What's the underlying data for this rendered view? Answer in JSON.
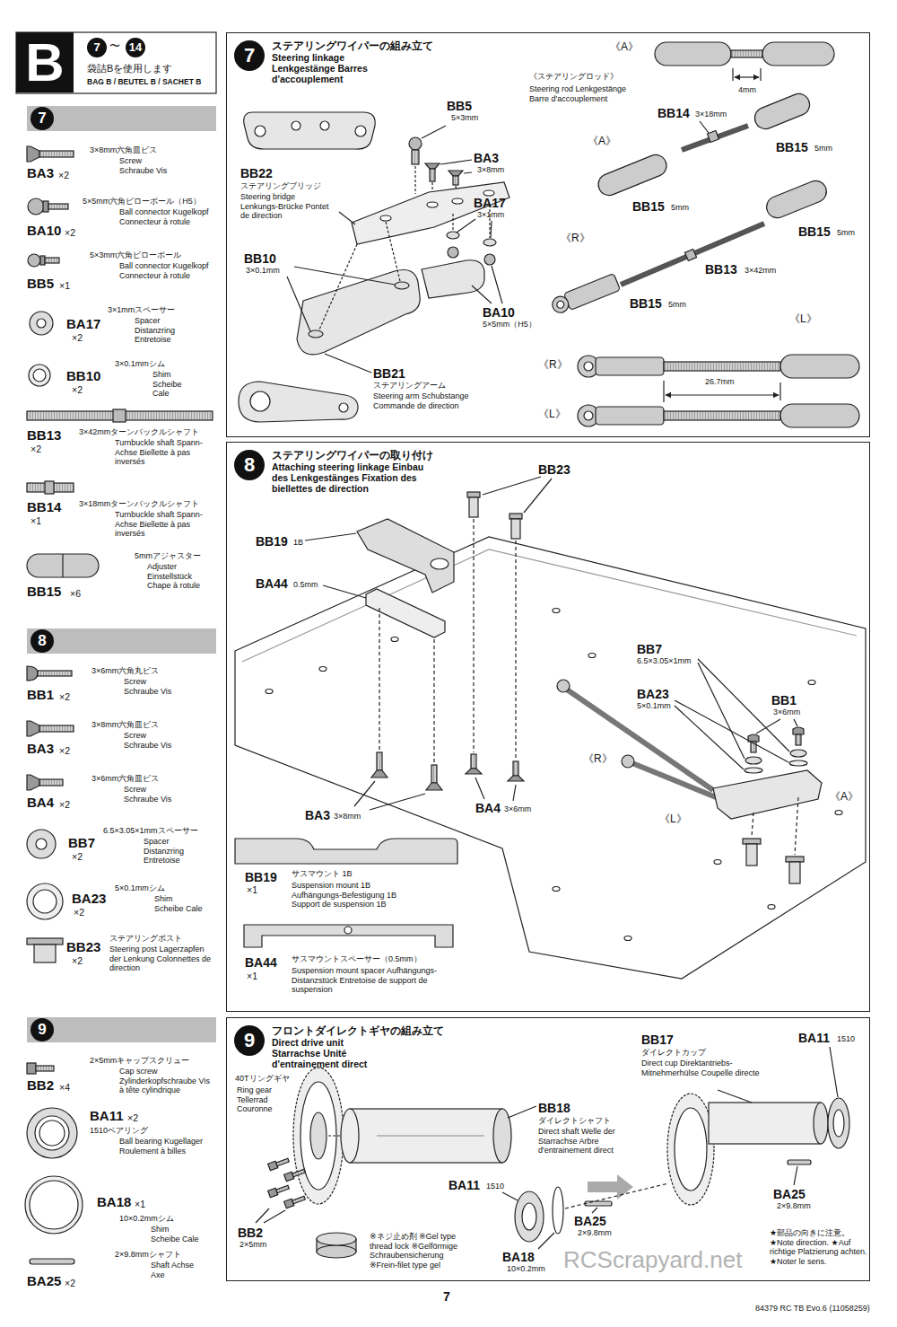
{
  "diagram": {
    "nodes": [
      {
        "text": [
          "B"
        ]
      },
      {
        "text": [
          "7"
        ]
      },
      {
        "text": [
          "14"
        ]
      },
      {
        "text": [
          "7"
        ]
      },
      {
        "text": [
          "8"
        ]
      },
      {
        "text": [
          "9"
        ]
      },
      {
        "text": [
          "7",
          "ステアリングワイパーの組み立て",
          "Steering linkage Lenkgestänge Barres d'accouplement"
        ]
      },
      {
        "text": [
          "8",
          "ステアリングワイパーの取り付け",
          "Attaching steering linkage Einbau des Lenkgestänges Fixation des biellettes de direction"
        ]
      },
      {
        "text": [
          "9",
          "フロントダイレクトギヤの組み立て",
          "Direct drive unit Starrachse Unité d'entrainement direct"
        ]
      }
    ],
    "labels": [
      "袋詰Bを使用します",
      "BAG B / BEUTEL B / SACHET B",
      "3×8mm六角皿ビス",
      "Screw Schraube Vis",
      "BA3",
      "×2",
      "5×5mm六角ピローボール（H5）",
      "Ball connector Kugelkopf Connecteur à rotule",
      "BA10",
      "×2",
      "5×3mm六角ピローボール",
      "Ball connector Kugelkopf Connecteur à rotule",
      "BB5",
      "×1",
      "3×1mmスペーサー",
      "Spacer Distanzring Entretoise",
      "BA17",
      "×2",
      "3×0.1mmシム",
      "Shim Scheibe Cale",
      "BB10",
      "×2",
      "3×42mmターンバックルシャフト",
      "Turnbuckle shaft Spann-Achse Biellette à pas inversés",
      "BB13",
      "×2",
      "3×18mmターンバックルシャフト",
      "Turnbuckle shaft Spann-Achse Biellette à pas inversés",
      "BB14",
      "×1",
      "5mmアジャスター",
      "Adjuster Einstellstück Chape à rotule",
      "BB15",
      "×6",
      "3×6mm六角丸ビス",
      "Screw Schraube Vis",
      "BB1",
      "×2",
      "3×8mm六角皿ビス",
      "Screw Schraube Vis",
      "BA3",
      "×2",
      "3×6mm六角皿ビス",
      "Screw Schraube Vis",
      "BA4",
      "×2",
      "6.5×3.05×1mmスペーサー",
      "Spacer Distanzring Entretoise",
      "BB7",
      "×2",
      "5×0.1mmシム",
      "Shim Scheibe Cale",
      "BA23",
      "×2",
      "ステアリングポスト",
      "Steering post Lagerzapfen der Lenkung Colonnettes de direction",
      "BB23",
      "×2",
      "2×5mmキャップスクリュー",
      "Cap screw Zylinderkopfschraube Vis à tête cylindrique",
      "BB2",
      "×4",
      "1510ベアリング",
      "Ball bearing Kugellager Roulement à billes",
      "BA11",
      "×2",
      "10×0.2mmシム",
      "Shim Scheibe Cale",
      "BA18",
      "×1",
      "2×9.8mmシャフト",
      "Shaft Achse Axe",
      "BA25",
      "×2",
      "BB5",
      "5×3mm",
      "BA3",
      "3×8mm",
      "BB22",
      "ステアリングブリッジ",
      "Steering bridge Lenkungs-Brücke Pontet de direction",
      "BA17",
      "3×1mm",
      "BB10",
      "3×0.1mm",
      "BA10",
      "5×5mm（H5）",
      "BB21",
      "ステアリングアーム",
      "Steering arm Schubstange Commande de direction",
      "《A》",
      "4mm",
      "《ステアリングロッド》",
      "Steering rod Lenkgestänge Barre d'accouplement",
      "BB14",
      "3×18mm",
      "BB15",
      "5mm",
      "《A》",
      "BB15",
      "5mm",
      "BB15",
      "5mm",
      "《R》",
      "BB13",
      "3×42mm",
      "BB15",
      "5mm",
      "《L》",
      "《R》",
      "《L》",
      "26.7mm",
      "BB23",
      "BB19",
      "1B",
      "BA44",
      "0.5mm",
      "BB1",
      "3×6mm",
      "BB7",
      "6.5×3.05×1mm",
      "BA23",
      "5×0.1mm",
      "《A》",
      "《R》",
      "《L》",
      "BA3",
      "3×8mm",
      "BA4",
      "3×6mm",
      "BB19",
      "×1",
      "サスマウント 1B",
      "Suspension mount 1B Aufhängungs-Befestigung 1B Support de suspension 1B",
      "BA44",
      "×1",
      "サスマウントスペーサー（0.5mm）",
      "Suspension mount spacer Aufhängungs-Distanzstück Entretoise de support de suspension",
      "40Tリングギヤ",
      "Ring gear Tellerrad Couronne",
      "BB18",
      "ダイレクトシャフト",
      "Direct shaft Welle der Starrachse Arbre d'entrainement direct",
      "BB17",
      "ダイレクトカップ",
      "Direct cup Direktantriebs-Mitnehmerhülse Coupelle directe",
      "BA11",
      "1510",
      "BB2",
      "2×5mm",
      "※ネジ止め剤 ※Gel type thread lock ※Gelförmige Schraubensicherung ※Frein-filet type gel",
      "BA11",
      "1510",
      "BA25",
      "2×9.8mm",
      "BA18",
      "10×0.2mm",
      "BA25",
      "2×9.8mm",
      "★部品の向きに注意。 ★Note direction. ★Auf richtige Platzierung achten. ★Noter le sens.",
      "RCScrapyard.net",
      "7",
      "84379 RC TB Evo.6 (11058259)",
      "〜"
    ]
  }
}
